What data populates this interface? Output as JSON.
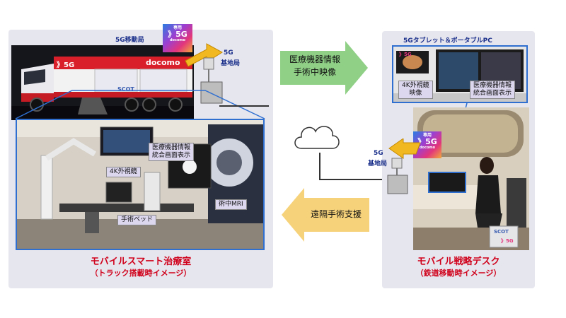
{
  "left": {
    "mobile_station_label": "5G移動局",
    "badge": {
      "top": "専用",
      "main": "》5G",
      "brand": "docomo"
    },
    "truck": {
      "brand": "docomo",
      "mark": "》5G",
      "logo": "SCOT"
    },
    "base_station_label": [
      "5G",
      "基地局"
    ],
    "tags": {
      "info": [
        "医療機器情報",
        "統合画面表示"
      ],
      "scope": "4K外視鏡",
      "bed": "手術ベッド",
      "mri": "術中MRI"
    },
    "caption": [
      "モバイルスマート治療室",
      "（トラック搭載時イメージ）"
    ]
  },
  "arrows": {
    "top": [
      "医療機器情報",
      "手術中映像"
    ],
    "bottom": "遠隔手術支援"
  },
  "right": {
    "header": "5Gタブレット＆ポータブルPC",
    "screen_mark": "》5G",
    "tags": {
      "scope_video": [
        "4K外視鏡",
        "映像"
      ],
      "info": [
        "医療機器情報",
        "統合画面表示"
      ]
    },
    "badge": {
      "top": "専用",
      "main": "》5G",
      "brand": "docomo"
    },
    "base_station_label": [
      "5G",
      "基地局"
    ],
    "case": {
      "logo": "SCOT",
      "mark": "》5G"
    },
    "caption": [
      "モバイル戦略デスク",
      "（鉄道移動時イメージ）"
    ]
  },
  "colors": {
    "panel": "#e6e6ef",
    "caption_red": "#d0021b",
    "label_blue": "#1a2f8a",
    "arrow_green": "#8fcf86",
    "arrow_yellow": "#f6d27a",
    "highlight_blue": "#2f6fd0"
  }
}
